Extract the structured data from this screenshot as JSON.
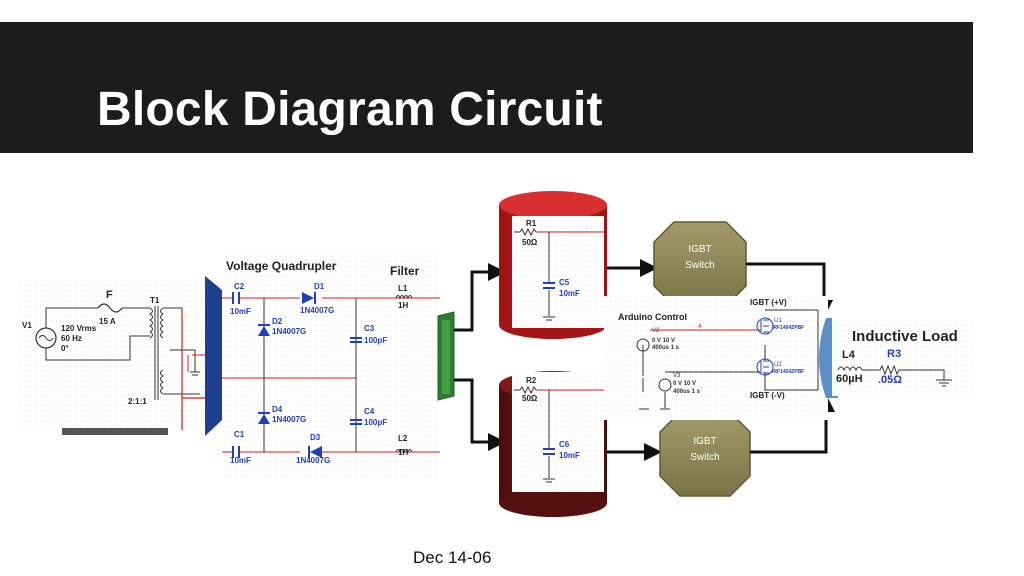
{
  "slide": {
    "title": "Block Diagram Circuit",
    "date": "Dec 14-06"
  },
  "input_stage": {
    "source_ref": "V1",
    "source_rating": [
      "120 Vrms",
      "60 Hz",
      "0°"
    ],
    "fuse_ref": "F",
    "fuse_rating": "15 A",
    "transformer_ref": "T1",
    "transformer_ratio": "2:1:1"
  },
  "quadrupler": {
    "heading": "Voltage Quadrupler",
    "filter_heading": "Filter",
    "components": {
      "c2": {
        "ref": "C2",
        "value": "10mF"
      },
      "d1": {
        "ref": "D1",
        "value": "1N4007G"
      },
      "l1": {
        "ref": "L1",
        "value": "1H"
      },
      "d2": {
        "ref": "D2",
        "value": "1N4007G"
      },
      "c3": {
        "ref": "C3",
        "value": "100pF"
      },
      "d4": {
        "ref": "D4",
        "value": "1N4007G"
      },
      "c4": {
        "ref": "C4",
        "value": "100pF"
      },
      "c1": {
        "ref": "C1",
        "value": "10mF"
      },
      "d3": {
        "ref": "D3",
        "value": "1N4007G"
      },
      "l2": {
        "ref": "L2",
        "value": "1H"
      }
    }
  },
  "rc_top": {
    "r_ref": "R1",
    "r_value": "50Ω",
    "c_ref": "C5",
    "c_value": "10mF"
  },
  "rc_bottom": {
    "r_ref": "R2",
    "r_value": "50Ω",
    "c_ref": "C6",
    "c_value": "10mF"
  },
  "igbt_top": {
    "line1": "IGBT",
    "line2": "Switch"
  },
  "igbt_bottom": {
    "line1": "IGBT",
    "line2": "Switch"
  },
  "arduino": {
    "heading": "Arduino Control",
    "igbt_pos": "IGBT (+V)",
    "igbt_neg": "IGBT (-V)",
    "v2_ref": "V2",
    "v2_value": [
      "0 V 10 V",
      "400us 1 s"
    ],
    "v3_ref": "V3",
    "v3_value": [
      "0 V 10 V",
      "400us 1 s"
    ],
    "u1_ref": "U1",
    "u1_part": "IRF1404ZPBF",
    "u2_ref": "U2",
    "u2_part": "IRF1404ZPBF",
    "net_label": "4"
  },
  "load": {
    "heading": "Inductive Load",
    "l_ref": "L4",
    "l_value": "60µH",
    "r_ref": "R3",
    "r_value": ".05Ω"
  },
  "colors": {
    "title_bg": "#1c1c1c",
    "cylinder_top": "#c21a1a",
    "cylinder_bottom": "#6b1414",
    "igbt_octagon": "#8c8455",
    "connector_green": "#2e7d32",
    "panel_blue": "#1e3f8f"
  }
}
